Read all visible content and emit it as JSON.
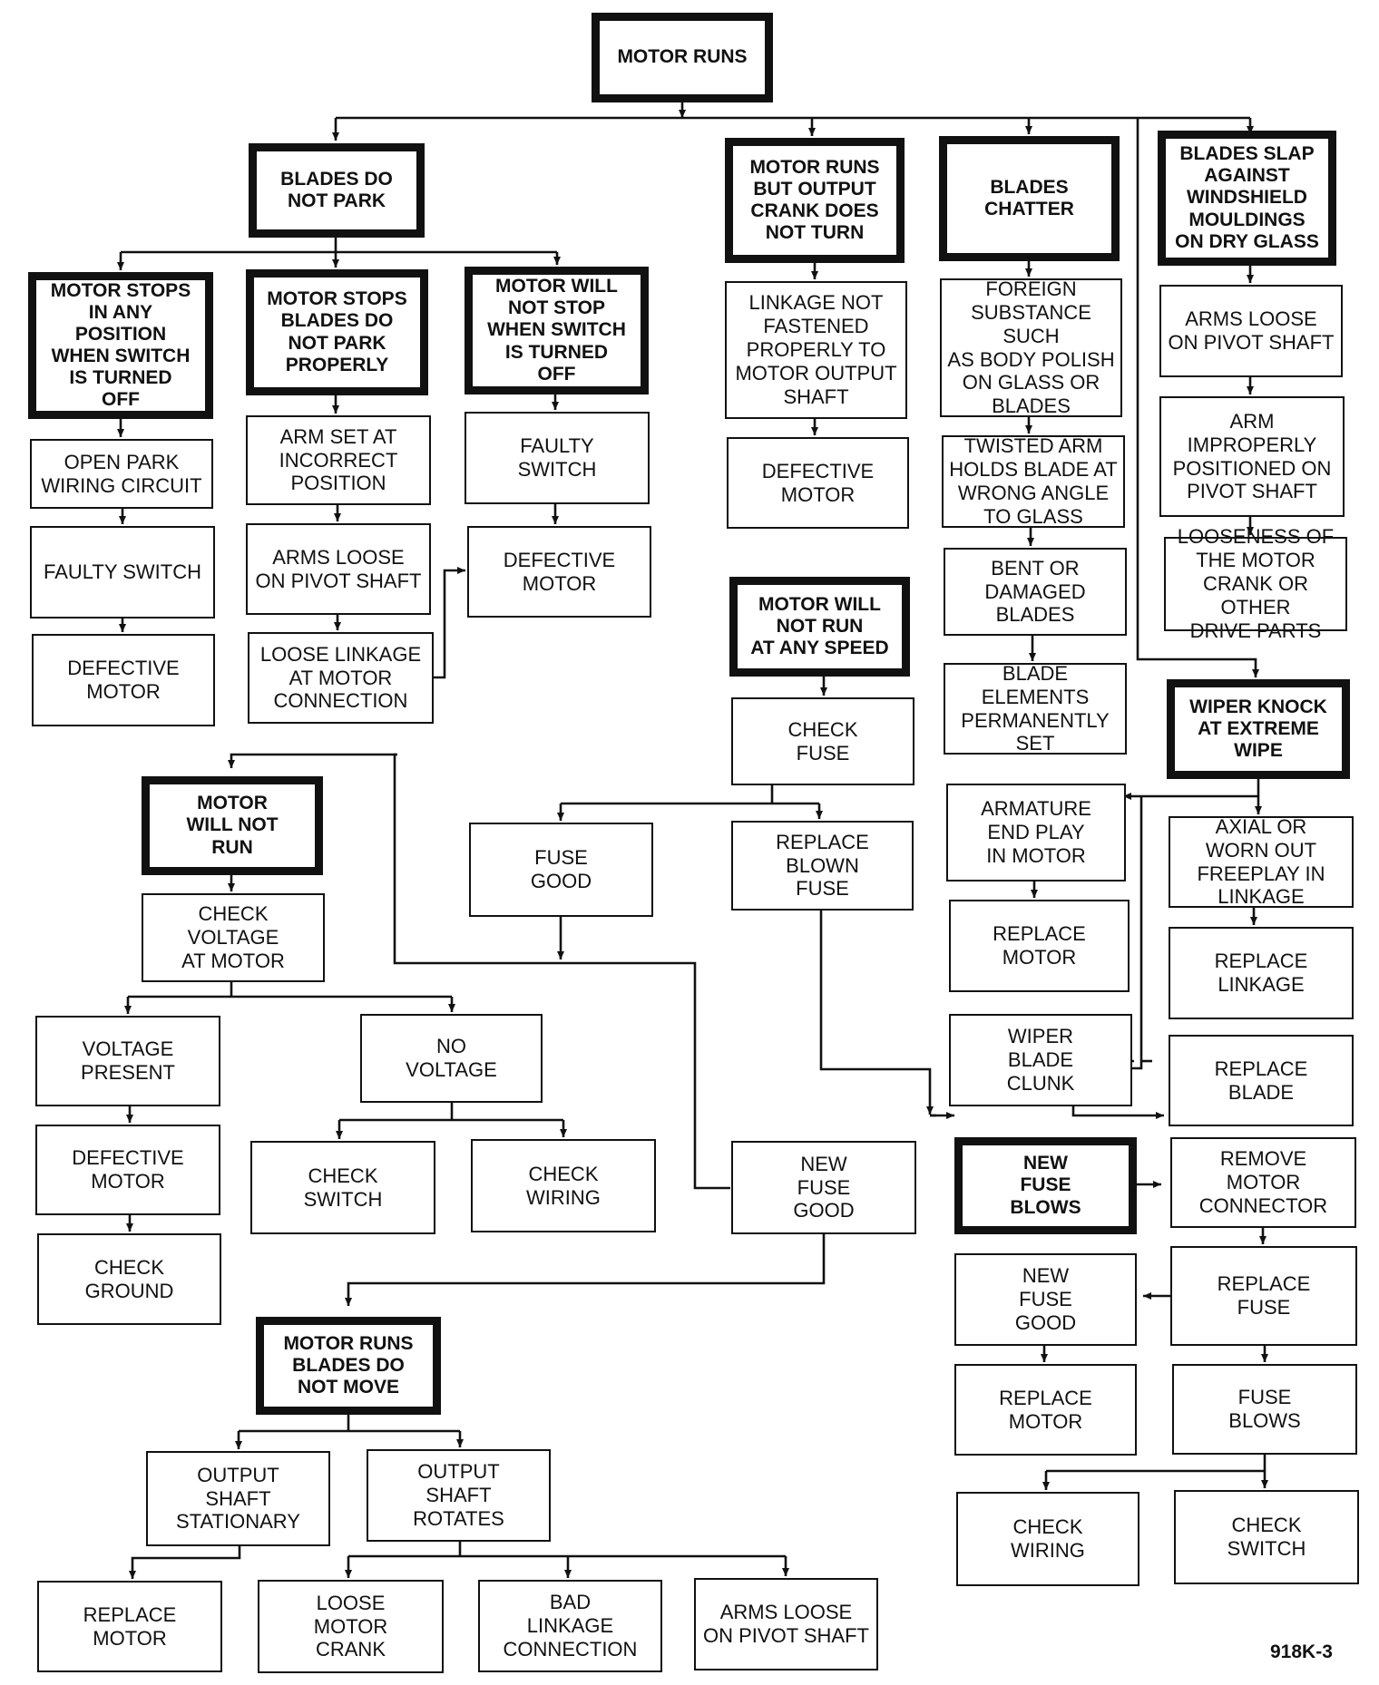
{
  "figure_id": "918K-3",
  "nodes": {
    "motor_runs": "MOTOR RUNS",
    "blades_do_not_park": "BLADES DO\nNOT PARK",
    "motor_runs_output_crank": "MOTOR RUNS\nBUT OUTPUT\nCRANK DOES\nNOT TURN",
    "blades_chatter": "BLADES\nCHATTER",
    "blades_slap": "BLADES SLAP\nAGAINST\nWINDSHIELD\nMOULDINGS\nON DRY GLASS",
    "motor_stops_any_position": "MOTOR STOPS\nIN ANY\nPOSITION\nWHEN SWITCH\nIS TURNED\nOFF",
    "motor_stops_not_park_properly": "MOTOR STOPS\nBLADES DO\nNOT PARK\nPROPERLY",
    "motor_will_not_stop": "MOTOR WILL\nNOT STOP\nWHEN SWITCH\nIS TURNED\nOFF",
    "open_park_wiring": "OPEN PARK\nWIRING CIRCUIT",
    "faulty_switch_1": "FAULTY SWITCH",
    "defective_motor_1": "DEFECTIVE\nMOTOR",
    "arm_set_incorrect": "ARM SET AT\nINCORRECT\nPOSITION",
    "arms_loose_pivot_1": "ARMS LOOSE\nON PIVOT SHAFT",
    "loose_linkage_motor": "LOOSE LINKAGE\nAT MOTOR\nCONNECTION",
    "faulty_switch_2": "FAULTY\nSWITCH",
    "defective_motor_2": "DEFECTIVE\nMOTOR",
    "linkage_not_fastened": "LINKAGE NOT\nFASTENED\nPROPERLY TO\nMOTOR OUTPUT\nSHAFT",
    "defective_motor_3": "DEFECTIVE\nMOTOR",
    "foreign_substance": "FOREIGN\nSUBSTANCE SUCH\nAS BODY POLISH\nON GLASS OR\nBLADES",
    "twisted_arm": "TWISTED ARM\nHOLDS BLADE AT\nWRONG ANGLE\nTO GLASS",
    "bent_damaged_blades": "BENT OR\nDAMAGED\nBLADES",
    "blade_elements_set": "BLADE ELEMENTS\nPERMANENTLY\nSET",
    "arms_loose_pivot_2": "ARMS LOOSE\nON PIVOT SHAFT",
    "arm_improperly_positioned": "ARM\nIMPROPERLY\nPOSITIONED ON\nPIVOT SHAFT",
    "looseness_motor_crank": "LOOSENESS OF\nTHE MOTOR\nCRANK OR OTHER\nDRIVE PARTS",
    "motor_will_not_run_any_speed": "MOTOR WILL\nNOT RUN\nAT ANY SPEED",
    "check_fuse": "CHECK\nFUSE",
    "fuse_good": "FUSE\nGOOD",
    "replace_blown_fuse": "REPLACE\nBLOWN\nFUSE",
    "wiper_knock": "WIPER KNOCK\nAT EXTREME\nWIPE",
    "armature_end_play": "ARMATURE\nEND PLAY\nIN MOTOR",
    "axial_worn_freeplay": "AXIAL OR\nWORN OUT\nFREEPLAY IN\nLINKAGE",
    "replace_motor_knock": "REPLACE\nMOTOR",
    "replace_linkage": "REPLACE\nLINKAGE",
    "wiper_blade_clunk": "WIPER\nBLADE\nCLUNK",
    "replace_blade": "REPLACE\nBLADE",
    "motor_will_not_run": "MOTOR\nWILL NOT\nRUN",
    "check_voltage_motor": "CHECK\nVOLTAGE\nAT MOTOR",
    "voltage_present": "VOLTAGE\nPRESENT",
    "no_voltage": "NO\nVOLTAGE",
    "defective_motor_4": "DEFECTIVE\nMOTOR",
    "check_ground": "CHECK\nGROUND",
    "check_switch_1": "CHECK\nSWITCH",
    "check_wiring_1": "CHECK\nWIRING",
    "new_fuse_good_1": "NEW\nFUSE\nGOOD",
    "new_fuse_blows": "NEW\nFUSE\nBLOWS",
    "remove_motor_connector": "REMOVE\nMOTOR\nCONNECTOR",
    "new_fuse_good_2": "NEW\nFUSE\nGOOD",
    "replace_fuse": "REPLACE\nFUSE",
    "replace_motor_2": "REPLACE\nMOTOR",
    "fuse_blows": "FUSE\nBLOWS",
    "check_wiring_2": "CHECK\nWIRING",
    "check_switch_2": "CHECK\nSWITCH",
    "motor_runs_blades_not_move": "MOTOR RUNS\nBLADES DO\nNOT MOVE",
    "output_shaft_stationary": "OUTPUT\nSHAFT\nSTATIONARY",
    "output_shaft_rotates": "OUTPUT\nSHAFT\nROTATES",
    "replace_motor_3": "REPLACE\nMOTOR",
    "loose_motor_crank": "LOOSE\nMOTOR\nCRANK",
    "bad_linkage_connection": "BAD\nLINKAGE\nCONNECTION",
    "arms_loose_pivot_3": "ARMS LOOSE\nON PIVOT SHAFT"
  }
}
